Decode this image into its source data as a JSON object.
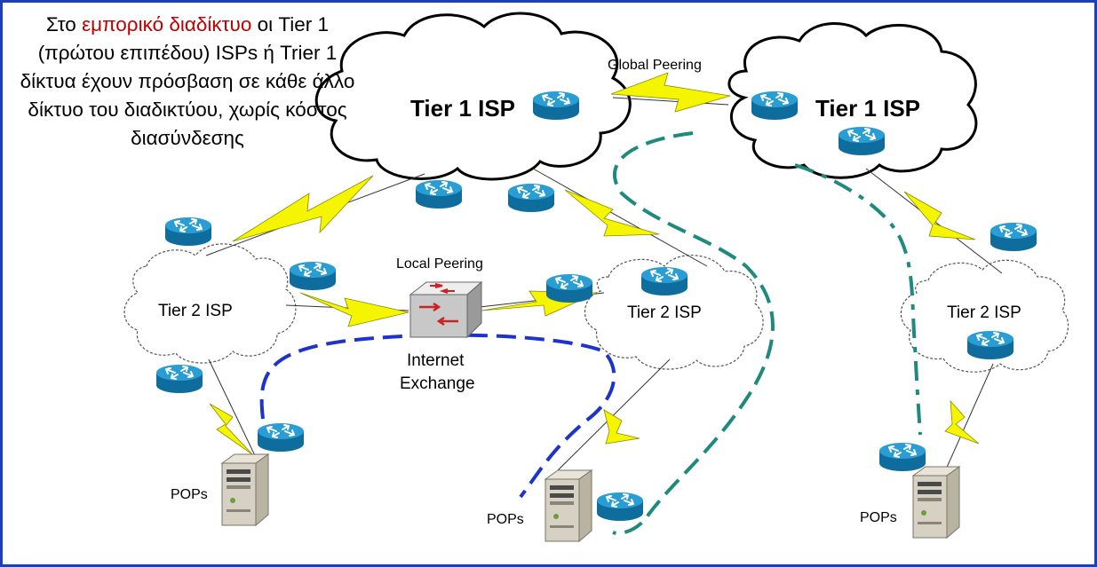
{
  "intro": {
    "line1_prefix": "Στο",
    "line1_highlight": "εμπορικό διαδίκτυο",
    "rest": "οι Tier 1 (πρώτου επιπέδου) ISPs ή Trier 1 δίκτυα έχουν πρόσβαση σε κάθε άλλο δίκτυο του διαδικτύου, χωρίς κόστος διασύνδεσης"
  },
  "labels": {
    "tier1_left": "Tier 1 ISP",
    "tier1_right": "Tier 1 ISP",
    "global_peering": "Global Peering",
    "local_peering": "Local Peering",
    "tier2_left": "Tier 2  ISP",
    "tier2_mid": "Tier 2  ISP",
    "tier2_right": "Tier 2  ISP",
    "ix_line1": "Internet",
    "ix_line2": "Exchange",
    "pop_left": "POPs",
    "pop_mid": "POPs",
    "pop_right": "POPs"
  },
  "colors": {
    "frame": "#1f3fb8",
    "highlight": "#c00000",
    "lightning": "#f5f500",
    "router": "#1b8ac4",
    "dashed_blue": "#1c33cc",
    "dashed_teal": "#1e8a7e"
  },
  "icons": {
    "router": "router-icon",
    "switch": "internet-exchange-switch-icon",
    "server": "server-icon",
    "link": "lightning-link-icon"
  }
}
